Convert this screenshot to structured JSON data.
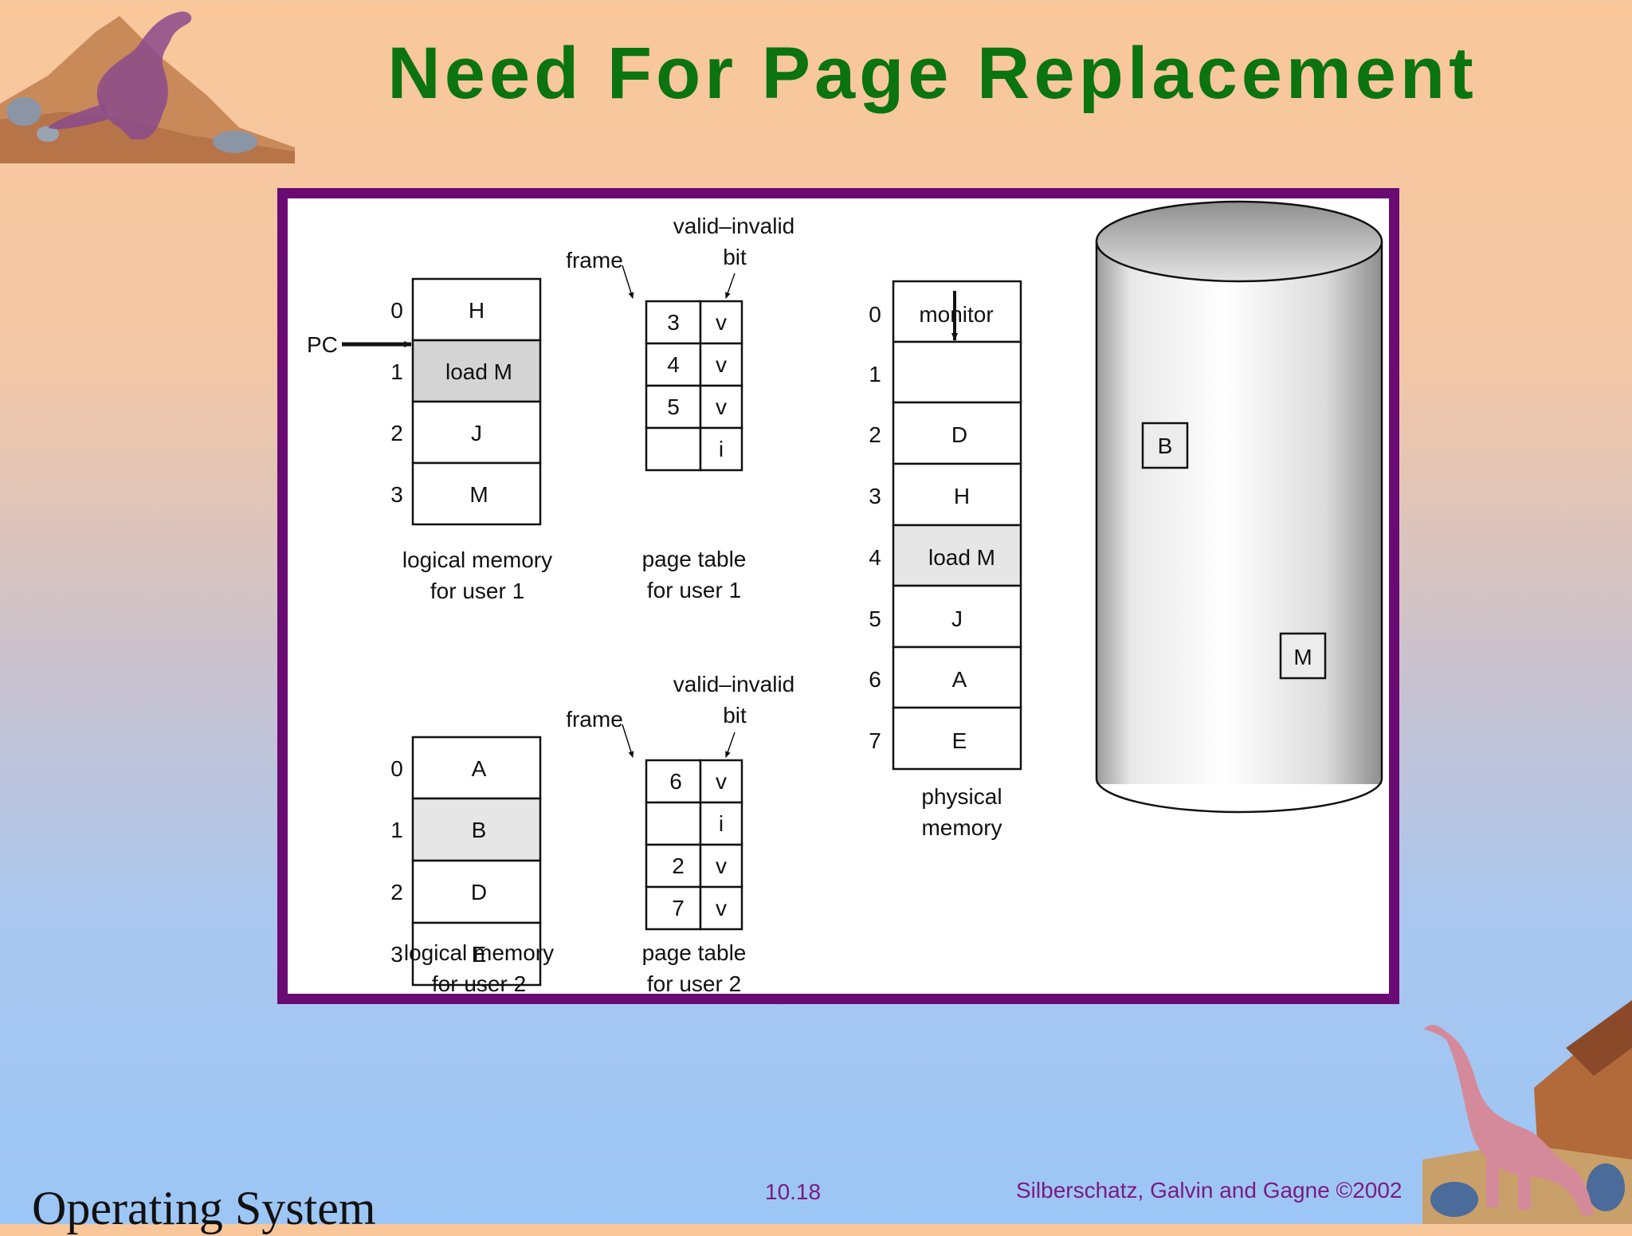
{
  "slide": {
    "title": "Need For Page Replacement",
    "footer_left": "Operating System",
    "footer_center": "10.18",
    "footer_right": "Silberschatz, Galvin and  Gagne ©2002",
    "title_color": "#0b7310",
    "frame_color": "#6a0a73",
    "footer_color": "#7a1a85"
  },
  "user1": {
    "logical": {
      "indices": [
        "0",
        "1",
        "2",
        "3"
      ],
      "cells": [
        "H",
        "load M",
        "J",
        "M"
      ],
      "caption": [
        "logical memory",
        "for user 1"
      ],
      "pc_label": "PC"
    },
    "page_table": {
      "header_top": "valid–invalid",
      "header_bit": "bit",
      "frame_label": "frame",
      "frames": [
        "3",
        "4",
        "5",
        ""
      ],
      "bits": [
        "v",
        "v",
        "v",
        "i"
      ],
      "caption": [
        "page table",
        "for user 1"
      ]
    }
  },
  "user2": {
    "logical": {
      "indices": [
        "0",
        "1",
        "2",
        "3"
      ],
      "cells": [
        "A",
        "B",
        "D",
        "E"
      ],
      "caption": [
        "logical memory",
        "for user 2"
      ]
    },
    "page_table": {
      "header_top": "valid–invalid",
      "header_bit": "bit",
      "frame_label": "frame",
      "frames": [
        "6",
        "",
        "2",
        "7"
      ],
      "bits": [
        "v",
        "i",
        "v",
        "v"
      ],
      "caption": [
        "page table",
        "for user 2"
      ]
    }
  },
  "physical": {
    "indices": [
      "0",
      "1",
      "2",
      "3",
      "4",
      "5",
      "6",
      "7"
    ],
    "cells": [
      "monitor",
      "",
      "D",
      "H",
      "load M",
      "J",
      "A",
      "E"
    ],
    "caption": [
      "physical",
      "memory"
    ]
  },
  "disk": {
    "pages": [
      "B",
      "M"
    ]
  }
}
